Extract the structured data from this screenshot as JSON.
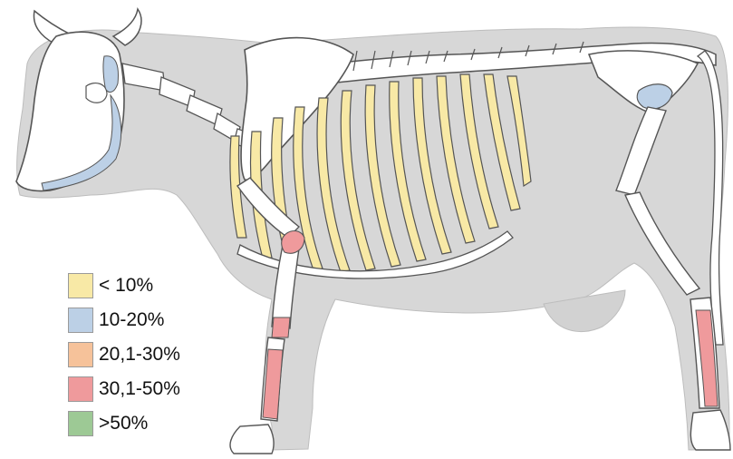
{
  "legend": {
    "items": [
      {
        "label": "< 10%",
        "color": "#f8e9a6"
      },
      {
        "label": "10-20%",
        "color": "#bcd0e6"
      },
      {
        "label": "20,1-30%",
        "color": "#f6c29a"
      },
      {
        "label": "30,1-50%",
        "color": "#ef9a9c"
      },
      {
        "label": ">50%",
        "color": "#9dc995"
      }
    ]
  },
  "colors": {
    "body_silhouette": "#d7d7d7",
    "bone_outline": "#555555",
    "bone_fill": "#ffffff"
  }
}
